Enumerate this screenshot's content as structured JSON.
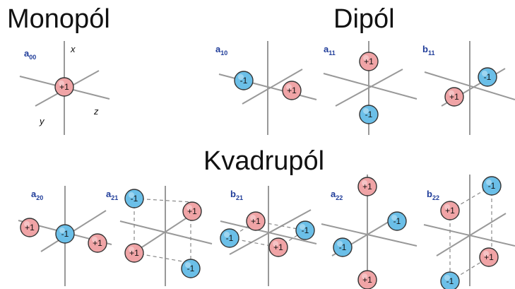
{
  "headings": {
    "monopole": "Monopól",
    "dipole": "Dipól",
    "quadrupole": "Kvadrupól"
  },
  "axis_labels": {
    "x": "x",
    "y": "y",
    "z": "z"
  },
  "colors": {
    "positive": "#f0a4a6",
    "negative": "#6bbfe8",
    "axis": "#999999",
    "coef_label": "#1f3c99",
    "outline": "#333333"
  },
  "panels": [
    {
      "coef": "a",
      "sub": "00",
      "charges": [
        "+1"
      ]
    },
    {
      "coef": "a",
      "sub": "10",
      "charges": [
        "-1",
        "+1"
      ]
    },
    {
      "coef": "a",
      "sub": "11",
      "charges": [
        "+1",
        "-1"
      ]
    },
    {
      "coef": "b",
      "sub": "11",
      "charges": [
        "-1",
        "+1"
      ]
    },
    {
      "coef": "a",
      "sub": "20",
      "charges": [
        "+1",
        "-1",
        "+1"
      ]
    },
    {
      "coef": "a",
      "sub": "21",
      "charges": [
        "-1",
        "+1",
        "+1",
        "-1"
      ]
    },
    {
      "coef": "b",
      "sub": "21",
      "charges": [
        "+1",
        "-1",
        "-1",
        "+1"
      ]
    },
    {
      "coef": "a",
      "sub": "22",
      "charges": [
        "+1",
        "-1",
        "-1",
        "+1"
      ]
    },
    {
      "coef": "b",
      "sub": "22",
      "charges": [
        "-1",
        "+1",
        "+1",
        "-1"
      ]
    }
  ]
}
